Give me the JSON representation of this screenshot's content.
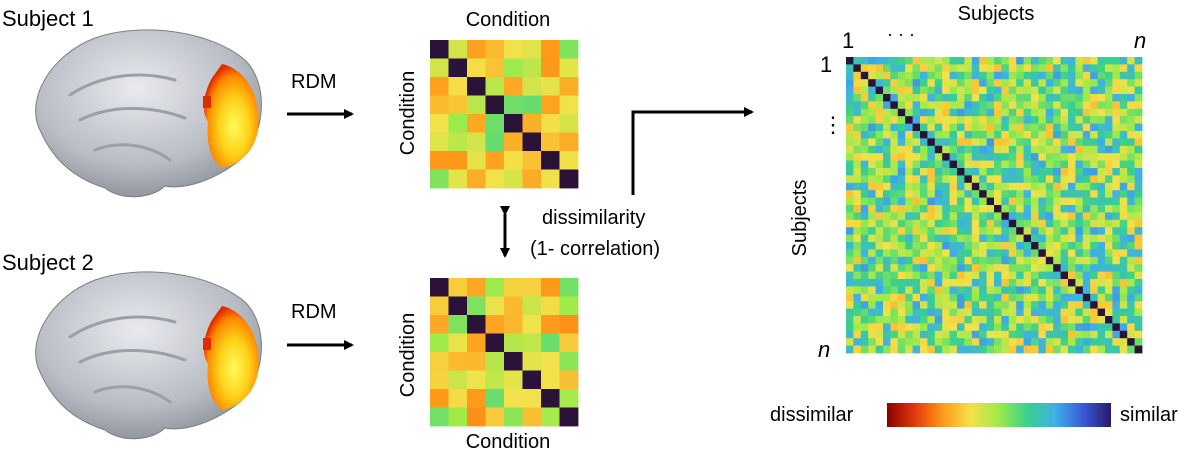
{
  "subjects": [
    {
      "label": "Subject 1",
      "rdm_label": "RDM"
    },
    {
      "label": "Subject 2",
      "rdm_label": "RDM"
    }
  ],
  "rdm": {
    "size": 8,
    "top_label": "Condition",
    "left_label": "Condition",
    "bottom_label": "Condition"
  },
  "comparison": {
    "line1": "dissimilarity",
    "line2": "(1- correlation)"
  },
  "group_matrix": {
    "title": "Subjects",
    "ylabel": "Subjects",
    "tick_first": "1",
    "tick_ellipsis_h": "· · ·",
    "tick_last": "n",
    "tick_ellipsis_v": "⋮",
    "size": 40
  },
  "colorbar": {
    "left_label": "dissimilar",
    "right_label": "similar",
    "colors": [
      "#8b0000",
      "#e23b0c",
      "#ff9a1a",
      "#f4e14a",
      "#9dea4a",
      "#3ad08c",
      "#3fb0e6",
      "#3a5ad8",
      "#2a1a6a"
    ]
  }
}
